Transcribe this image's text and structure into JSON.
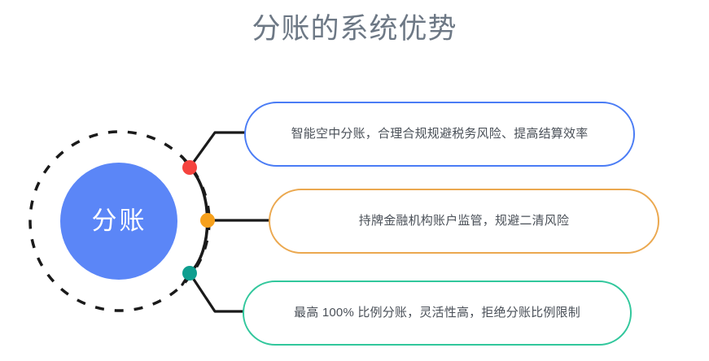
{
  "page": {
    "title": "分账的系统优势",
    "title_color": "#6d7885",
    "background": "#ffffff"
  },
  "hub": {
    "label": "分账",
    "fill_color": "#5b86f7",
    "label_color": "#ffffff",
    "ring_style": "dashed",
    "ring_color": "#1a1a1a"
  },
  "arc": {
    "color": "#1a1a1a",
    "description": "vertical-bracket-arc"
  },
  "branches": [
    {
      "dot_name": "node-dot-red",
      "dot_color": "#f5433e",
      "accent_color": "#4a7cf5",
      "text": "智能空中分账，合理合规规避税务风险、提高结算效率"
    },
    {
      "dot_name": "node-dot-orange",
      "dot_color": "#f6a01c",
      "accent_color": "#eba84f",
      "text": "持牌金融机构账户监管，规避二清风险"
    },
    {
      "dot_name": "node-dot-teal",
      "dot_color": "#0e9e8f",
      "accent_color": "#31c79c",
      "text": "最高 100% 比例分账，灵活性高，拒绝分账比例限制"
    }
  ]
}
